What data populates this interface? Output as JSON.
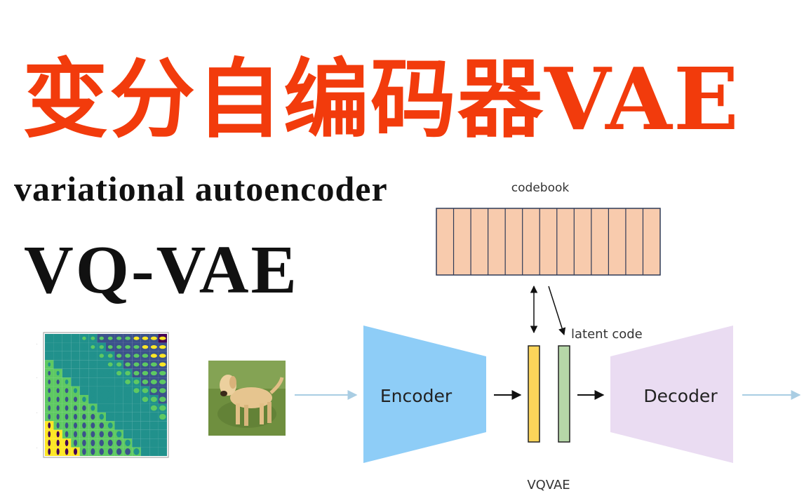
{
  "headline": {
    "title_cn": "变分自编码器VAE",
    "subtitle_en": "variational autoencoder",
    "title_vq": "VQ-VAE"
  },
  "diagram": {
    "codebook_label": "codebook",
    "codebook_slots": 13,
    "latent_label": "latent code",
    "encoder_label": "Encoder",
    "decoder_label": "Decoder",
    "model_label": "VQVAE"
  },
  "colors": {
    "title": "#f23b0c",
    "codebook_fill": "#f8cbad",
    "codebook_border": "#2f3a57",
    "encoder_fill": "#8ecdf7",
    "decoder_fill": "#eadcf2",
    "latent_yellow": "#fcd55a",
    "latent_green": "#b6d7a8",
    "flow_arrow": "#a9cde3"
  },
  "images": {
    "latent_grid": "latent-manifold-grid-plot",
    "dog_photo": "labrador-dog-photo"
  }
}
